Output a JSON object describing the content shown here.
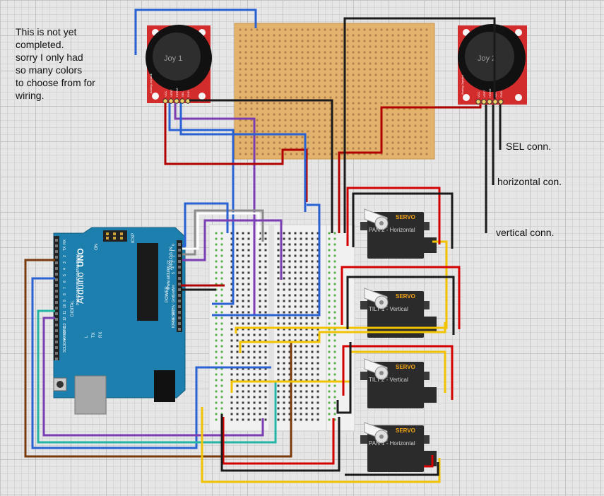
{
  "note": [
    "This is not yet",
    "completed.",
    "sorry I only had",
    "so many colors",
    "to choose from for",
    "wiring."
  ],
  "joysticks": [
    {
      "label": "Joy 1",
      "board": "Analog Joystick"
    },
    {
      "label": "Joy 2",
      "board": "Analog Joystick"
    }
  ],
  "joystick_pins": [
    "VCC",
    "VERT",
    "HORIZ",
    "SEL",
    "GND"
  ],
  "connection_labels": {
    "sel": "SEL conn.",
    "horizontal": "horizontal con.",
    "vertical": "vertical conn."
  },
  "servos": [
    {
      "label": "PAN 2 - Horizontal",
      "brand": "SERVO"
    },
    {
      "label": "TILT 1 - Vertical",
      "brand": "SERVO"
    },
    {
      "label": "TILT 2 - Vertical",
      "brand": "SERVO"
    },
    {
      "label": "PAN 1 - Horizontal",
      "brand": "SERVO"
    }
  ],
  "arduino": {
    "name": "Arduino",
    "model": "UNO",
    "site": "www.arduino.cc",
    "icsp": "ICSP",
    "on": "ON",
    "digital_title": "DIGITAL",
    "digital_pins": [
      "RX",
      "TX",
      "2",
      "3",
      "4",
      "5",
      "6",
      "7",
      "8",
      "9",
      "10",
      "11",
      "12",
      "13",
      "GND",
      "AREF",
      "SDA",
      "SCL"
    ],
    "pwm": [
      "PWM",
      "PWM",
      "PWM",
      "PWM",
      "PWM",
      "PWM"
    ],
    "analog_title": "ANALOG IN",
    "analog_pins": [
      "0",
      "1",
      "2",
      "3",
      "4",
      "5"
    ],
    "power_title": "POWER",
    "power_pins": [
      "Vin",
      "Gnd",
      "Gnd",
      "5V",
      "3V3",
      "RESET",
      "IOREF"
    ],
    "leds": [
      "L",
      "TX",
      "RX"
    ]
  },
  "colors": {
    "red": "#d40000",
    "black": "#1a1a1a",
    "blue": "#2a62d4",
    "purple": "#7b3db2",
    "yellow": "#f2c300",
    "brown": "#7a3b0c",
    "teal": "#23b5a6",
    "gray": "#8c8c8c",
    "white": "#ffffff",
    "darkred": "#b10000",
    "arduino": "#1d7fad",
    "joystick_board": "#d32c2c",
    "perfboard": "#e3b26c",
    "servo": "#2b2b2b",
    "servo_brand": "#f3a514"
  }
}
